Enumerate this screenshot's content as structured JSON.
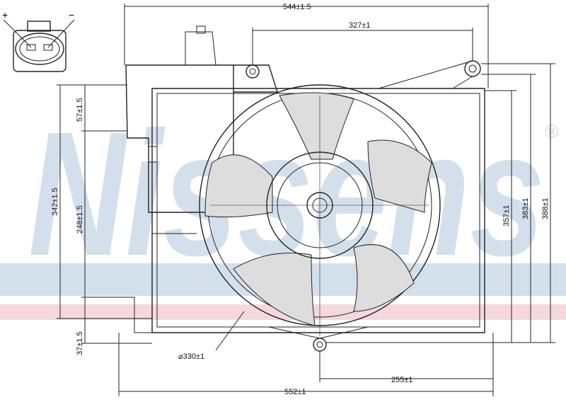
{
  "watermark": {
    "brand": "Nissens",
    "registered_mark": "®",
    "band_colors": [
      "#c9d9e6",
      "#f2d3da"
    ]
  },
  "connector": {
    "plus_label": "+",
    "minus_label": "−"
  },
  "dimensions": {
    "overall_width_top": "544±1.5",
    "mount_spacing_top": "327±1",
    "overall_width_bottom": "552±1",
    "bottom_offset": "255±1",
    "right_height_1": "357±1",
    "right_height_2": "383±1",
    "right_height_3": "388±1",
    "left_height_total": "342±1.5",
    "left_height_top": "57±1.5",
    "left_height_mid": "248±1.5",
    "left_height_bottom": "37±1.5",
    "fan_diameter": "⌀330±1"
  }
}
